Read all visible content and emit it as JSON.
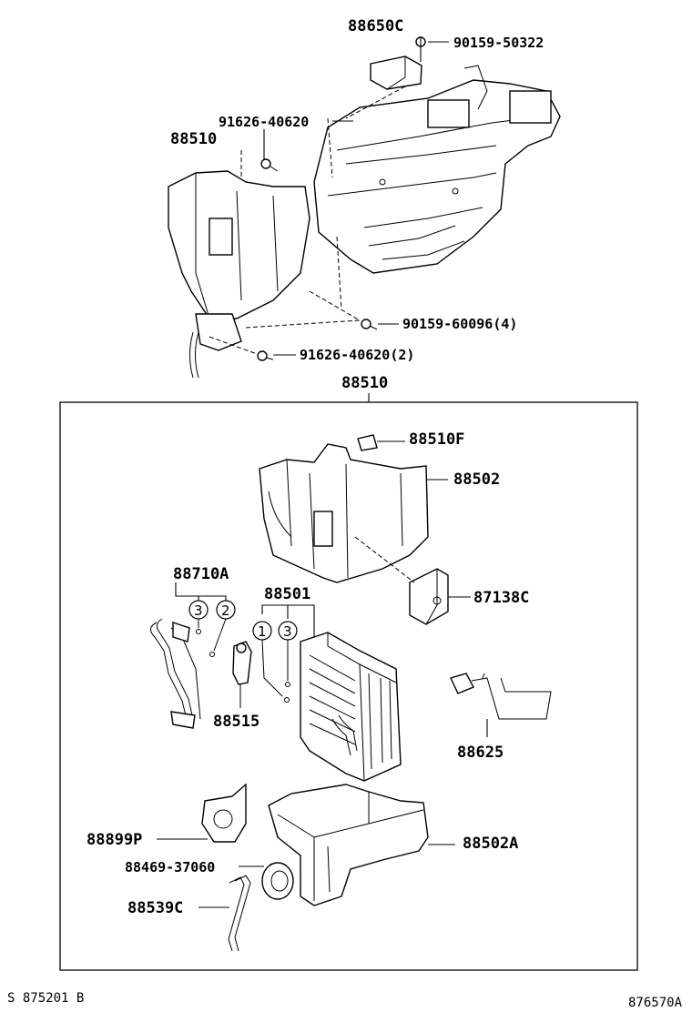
{
  "diagram": {
    "labels": {
      "p88650C": "88650C",
      "p90159_50322": "90159-50322",
      "p91626_40620_top": "91626-40620",
      "p88510_top": "88510",
      "p90159_60096": "90159-60096(4)",
      "p91626_40620_2": "91626-40620(2)",
      "p88510_box": "88510",
      "p88510F": "88510F",
      "p88502": "88502",
      "p87138C": "87138C",
      "p88710A": "88710A",
      "p88501": "88501",
      "p88515": "88515",
      "p88625": "88625",
      "p88899P": "88899P",
      "p88502A": "88502A",
      "p88469_37060": "88469-37060",
      "p88539C": "88539C"
    },
    "circles": {
      "c1": "1",
      "c2": "2",
      "c3a": "3",
      "c3b": "3"
    },
    "footer": {
      "left": "S 875201 B",
      "right": "876570A"
    }
  }
}
